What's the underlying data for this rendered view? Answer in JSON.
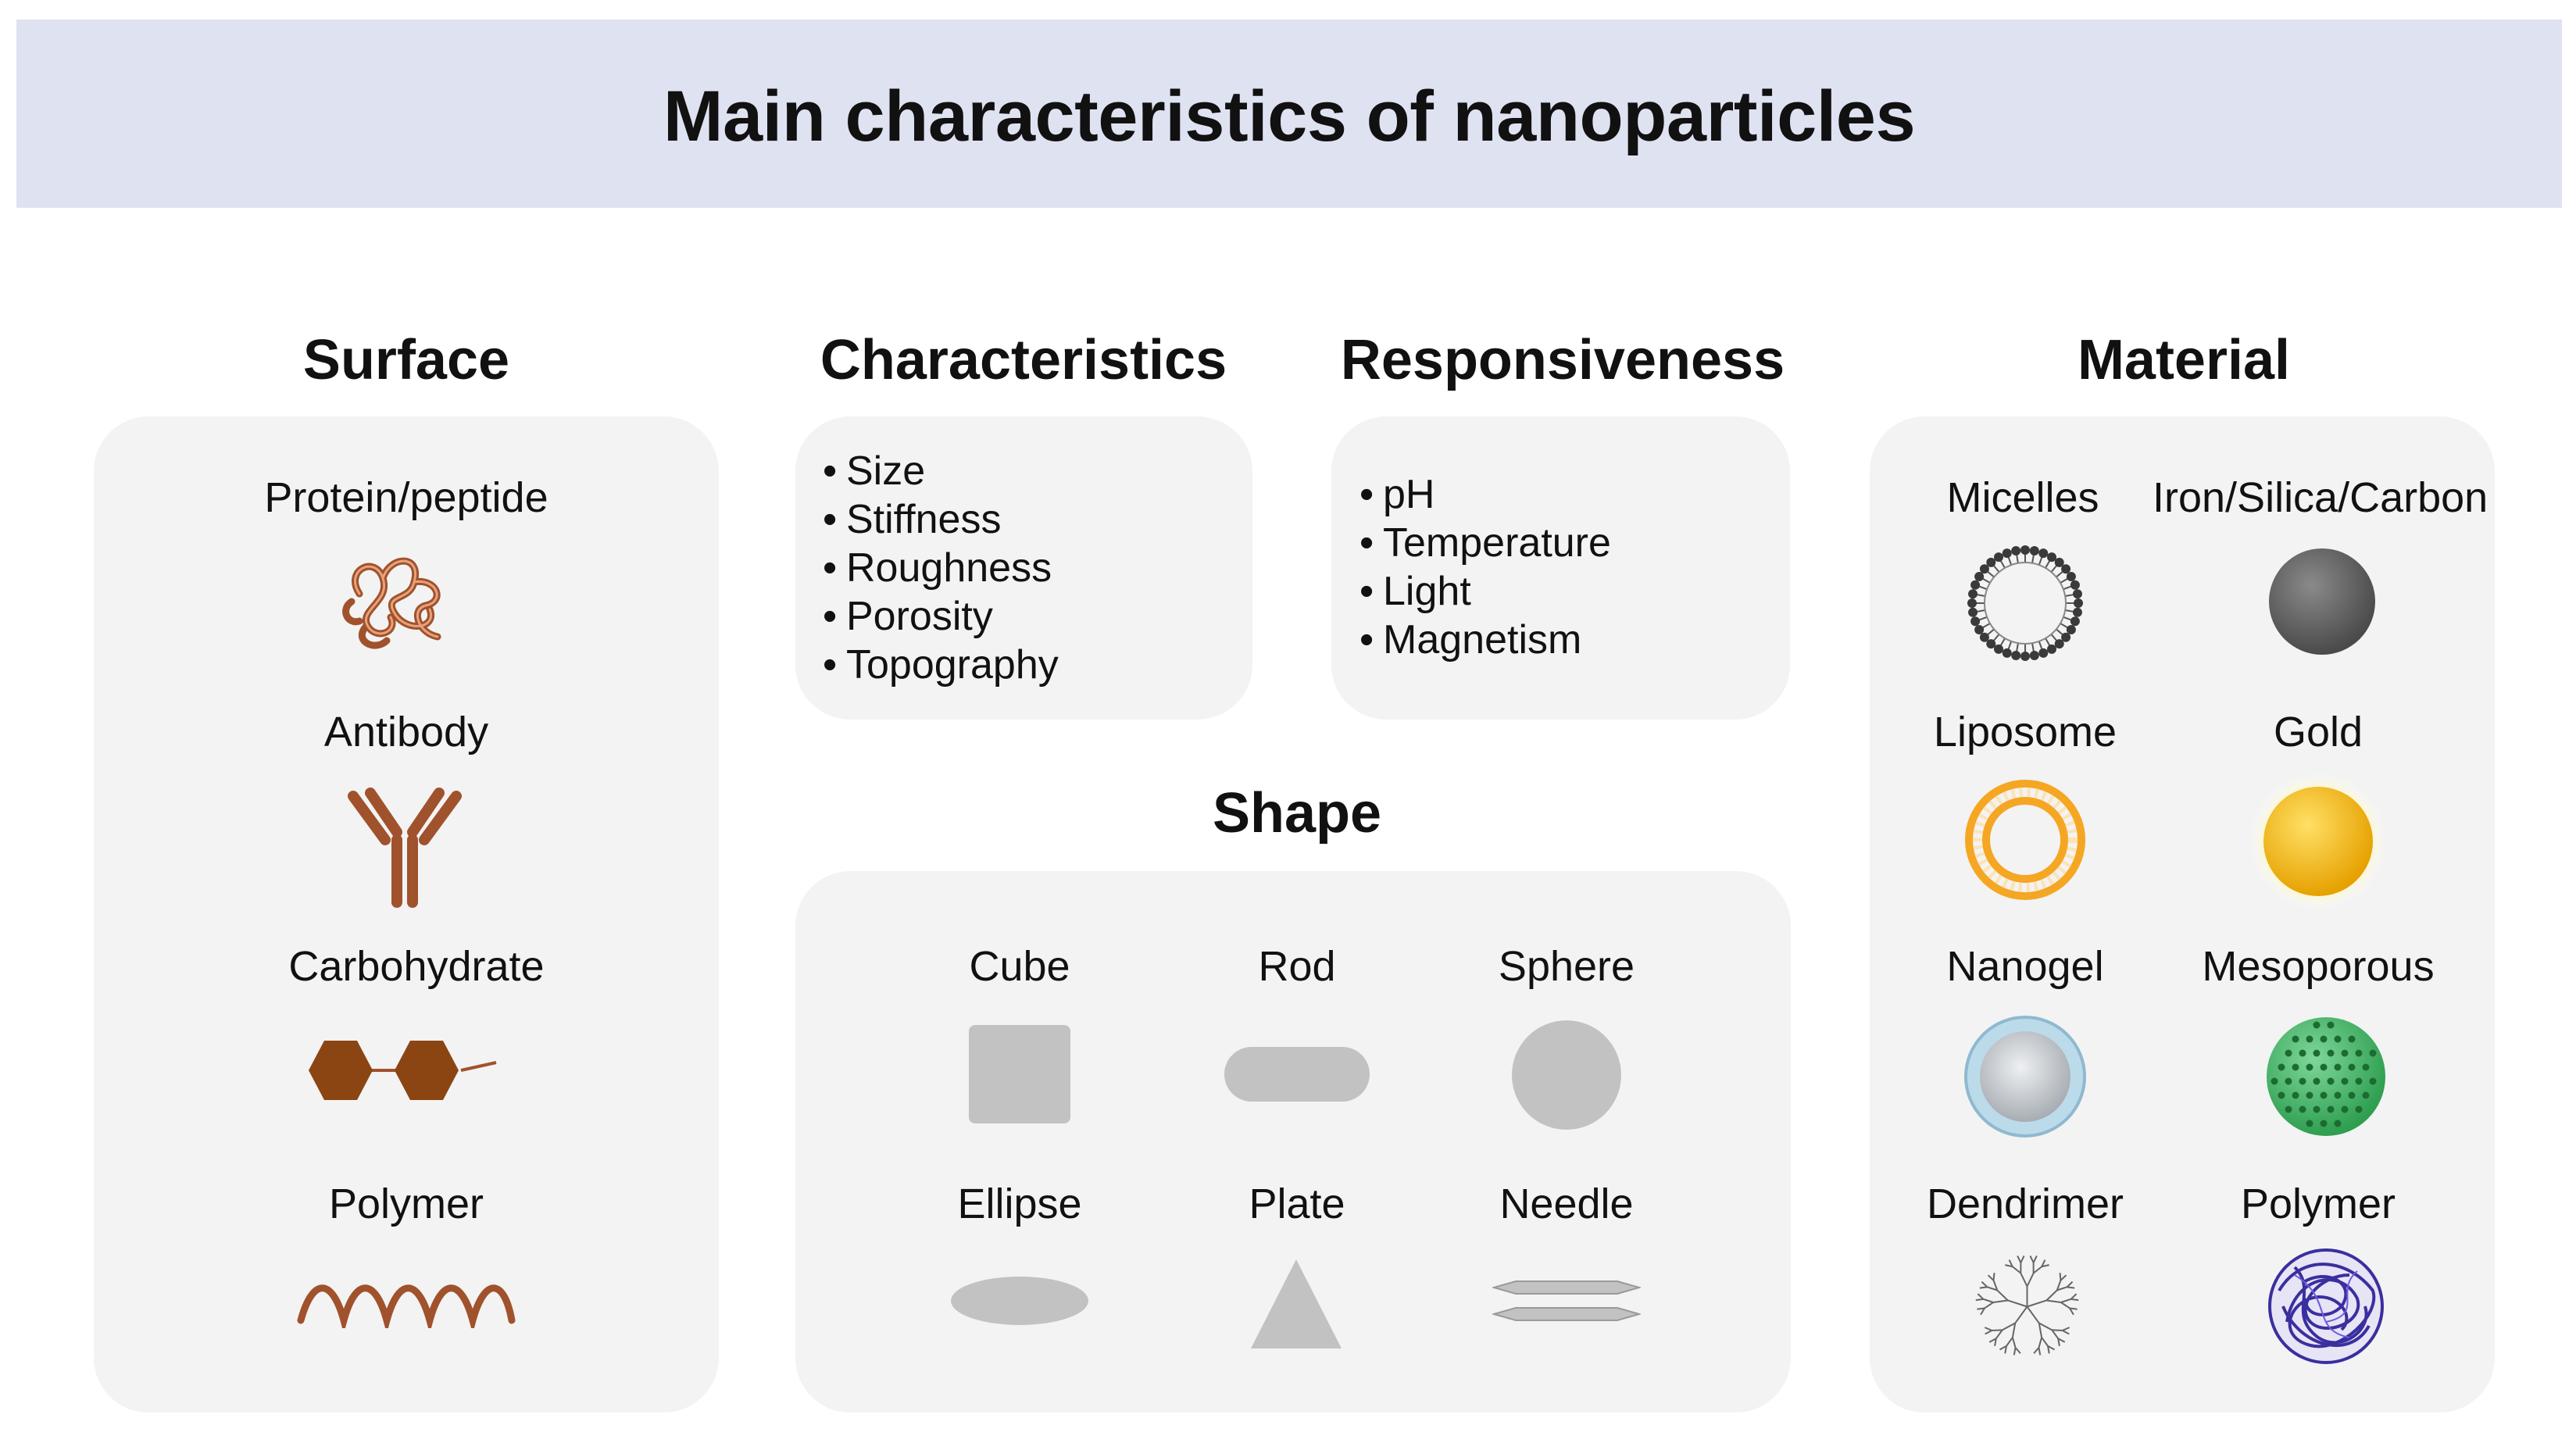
{
  "title": "Main characteristics of nanoparticles",
  "sections": {
    "surface": {
      "title": "Surface",
      "items": [
        "Protein/peptide",
        "Antibody",
        "Carbohydrate",
        "Polymer"
      ]
    },
    "characteristics": {
      "title": "Characteristics",
      "bullet": "•",
      "items": [
        "Size",
        "Stiffness",
        "Roughness",
        "Porosity",
        "Topography"
      ]
    },
    "responsiveness": {
      "title": "Responsiveness",
      "bullet": "•",
      "items": [
        "pH",
        "Temperature",
        "Light",
        "Magnetism"
      ]
    },
    "shape": {
      "title": "Shape",
      "items": [
        "Cube",
        "Rod",
        "Sphere",
        "Ellipse",
        "Plate",
        "Needle"
      ]
    },
    "material": {
      "title": "Material",
      "items": [
        "Micelles",
        "Iron/Silica/Carbon",
        "Liposome",
        "Gold",
        "Nanogel",
        "Mesoporous",
        "Dendrimer",
        "Polymer"
      ]
    }
  },
  "colors": {
    "banner": "#dfe2f1",
    "panel": "#f3f3f3",
    "surface_icons": "#a0522d",
    "shape_icons": "#c2c2c2",
    "liposome": "#f5a623",
    "gold": "#f2b705",
    "mesoporous": "#2e9e4f",
    "polymer_np": "#3a2f9e"
  }
}
